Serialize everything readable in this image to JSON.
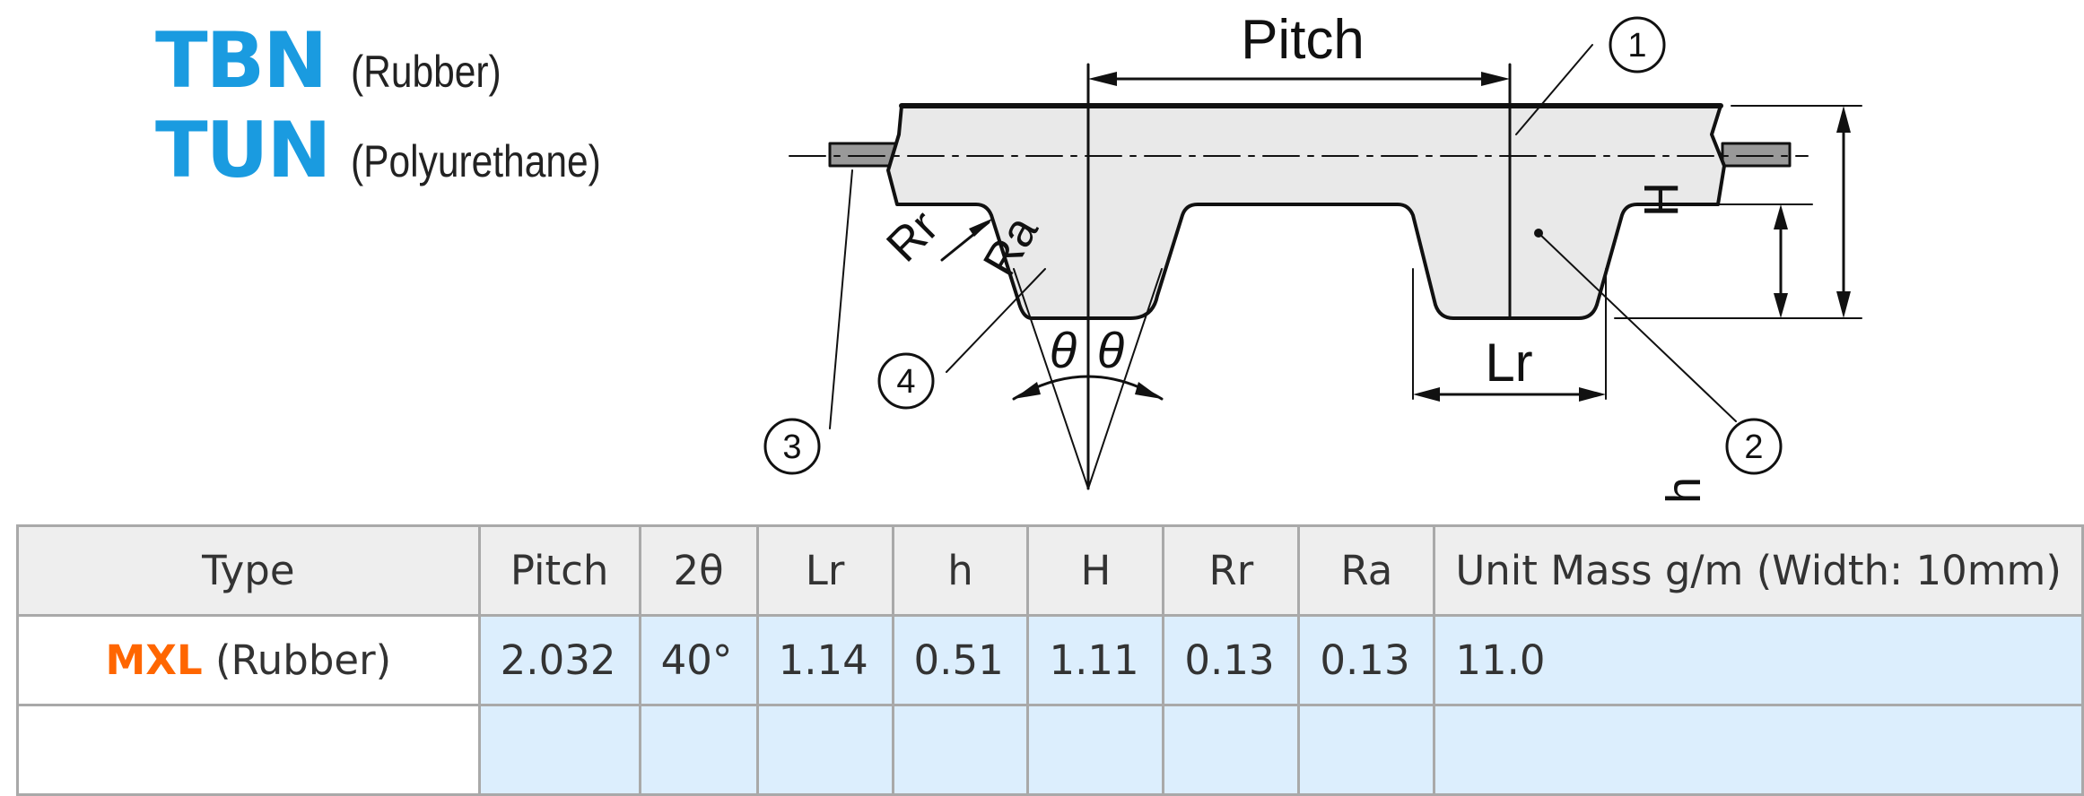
{
  "header": {
    "lines": [
      {
        "code": "TBN",
        "material": "(Rubber)"
      },
      {
        "code": "TUN",
        "material": "(Polyurethane)"
      }
    ]
  },
  "diagram": {
    "labels": {
      "pitch": "Pitch",
      "H": "H",
      "h": "h",
      "Lr": "Lr",
      "Rr": "Rr",
      "Ra": "Ra",
      "theta_left": "θ",
      "theta_right": "θ",
      "callout1": "1",
      "callout2": "2",
      "callout3": "3",
      "callout4": "4"
    }
  },
  "table": {
    "headers": [
      "Type",
      "Pitch",
      "2θ",
      "Lr",
      "h",
      "H",
      "Rr",
      "Ra",
      "Unit Mass g/m (Width: 10mm)"
    ],
    "rows": [
      {
        "type_code": "MXL",
        "type_material": "(Rubber)",
        "values": [
          "2.032",
          "40°",
          "1.14",
          "0.51",
          "1.11",
          "0.13",
          "0.13",
          "11.0"
        ]
      }
    ]
  },
  "colors": {
    "brand_code": "#1a9be0",
    "type_code": "#ff6600",
    "header_bg": "#eeeeee",
    "cell_bg": "#dceefd"
  }
}
